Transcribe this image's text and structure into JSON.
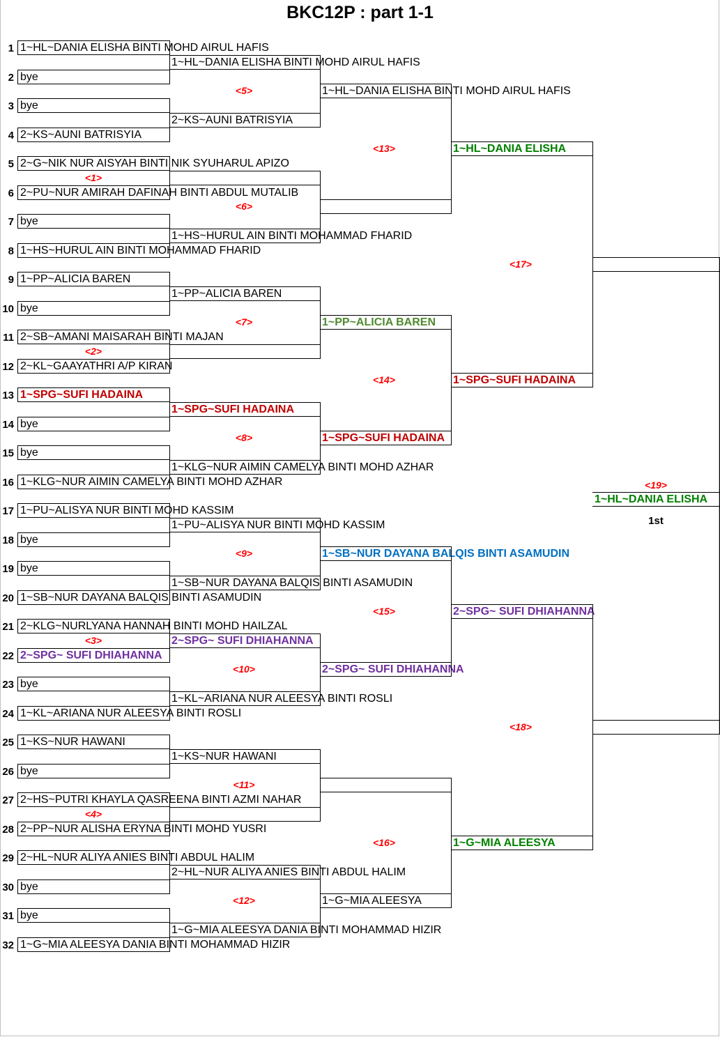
{
  "title": "BKC12P : part 1-1",
  "colors": {
    "green": "#008000",
    "olive": "#4f8a2e",
    "red": "#c00000",
    "blue": "#0070c0",
    "purple": "#7030a0",
    "black": "#000000",
    "label": "#ff0000"
  },
  "round1": [
    {
      "seed": "1",
      "name": "1~HL~DANIA ELISHA BINTI MOHD AIRUL HAFIS"
    },
    {
      "seed": "2",
      "name": "bye"
    },
    {
      "seed": "3",
      "name": "bye"
    },
    {
      "seed": "4",
      "name": "2~KS~AUNI BATRISYIA"
    },
    {
      "seed": "5",
      "name": "2~G~NIK NUR AISYAH BINTI NIK SYUHARUL APIZO"
    },
    {
      "seed": "6",
      "name": "2~PU~NUR AMIRAH DAFINAH BINTI ABDUL MUTALIB"
    },
    {
      "seed": "7",
      "name": "bye"
    },
    {
      "seed": "8",
      "name": "1~HS~HURUL AIN BINTI MOHAMMAD FHARID"
    },
    {
      "seed": "9",
      "name": "1~PP~ALICIA BAREN"
    },
    {
      "seed": "10",
      "name": "bye"
    },
    {
      "seed": "11",
      "name": "2~SB~AMANI MAISARAH BINTI MAJAN"
    },
    {
      "seed": "12",
      "name": "2~KL~GAAYATHRI A/P KIRAN"
    },
    {
      "seed": "13",
      "name": "1~SPG~SUFI HADAINA",
      "color": "red",
      "bold": true
    },
    {
      "seed": "14",
      "name": "bye"
    },
    {
      "seed": "15",
      "name": "bye"
    },
    {
      "seed": "16",
      "name": "1~KLG~NUR AIMIN CAMELYA BINTI MOHD AZHAR"
    },
    {
      "seed": "17",
      "name": "1~PU~ALISYA NUR BINTI MOHD KASSIM"
    },
    {
      "seed": "18",
      "name": "bye"
    },
    {
      "seed": "19",
      "name": "bye"
    },
    {
      "seed": "20",
      "name": "1~SB~NUR DAYANA BALQIS BINTI ASAMUDIN"
    },
    {
      "seed": "21",
      "name": "2~KLG~NURLYANA HANNAH BINTI MOHD HAILZAL"
    },
    {
      "seed": "22",
      "name": "2~SPG~ SUFI DHIAHANNA",
      "color": "purple",
      "bold": true
    },
    {
      "seed": "23",
      "name": "bye"
    },
    {
      "seed": "24",
      "name": "1~KL~ARIANA NUR ALEESYA BINTI ROSLI"
    },
    {
      "seed": "25",
      "name": "1~KS~NUR HAWANI"
    },
    {
      "seed": "26",
      "name": "bye"
    },
    {
      "seed": "27",
      "name": "2~HS~PUTRI KHAYLA QASREENA BINTI AZMI NAHAR"
    },
    {
      "seed": "28",
      "name": "2~PP~NUR ALISHA ERYNA BINTI MOHD YUSRI"
    },
    {
      "seed": "29",
      "name": "2~HL~NUR ALIYA ANIES BINTI ABDUL HALIM"
    },
    {
      "seed": "30",
      "name": "bye"
    },
    {
      "seed": "31",
      "name": "bye"
    },
    {
      "seed": "32",
      "name": "1~G~MIA ALEESYA DANIA BINTI MOHAMMAD HIZIR"
    }
  ],
  "round2": [
    {
      "name": "1~HL~DANIA ELISHA BINTI MOHD AIRUL HAFIS"
    },
    {
      "name": "2~KS~AUNI BATRISYIA"
    },
    {
      "name": ""
    },
    {
      "name": "1~HS~HURUL AIN BINTI MOHAMMAD FHARID"
    },
    {
      "name": "1~PP~ALICIA BAREN"
    },
    {
      "name": ""
    },
    {
      "name": "1~SPG~SUFI HADAINA",
      "color": "red",
      "bold": true
    },
    {
      "name": "1~KLG~NUR AIMIN CAMELYA BINTI MOHD AZHAR"
    },
    {
      "name": "1~PU~ALISYA NUR BINTI MOHD KASSIM"
    },
    {
      "name": "1~SB~NUR DAYANA BALQIS BINTI ASAMUDIN"
    },
    {
      "name": "2~SPG~ SUFI DHIAHANNA",
      "color": "purple",
      "bold": true
    },
    {
      "name": "1~KL~ARIANA NUR ALEESYA BINTI ROSLI"
    },
    {
      "name": "1~KS~NUR HAWANI"
    },
    {
      "name": ""
    },
    {
      "name": "2~HL~NUR ALIYA ANIES BINTI ABDUL HALIM"
    },
    {
      "name": "1~G~MIA ALEESYA DANIA BINTI MOHAMMAD HIZIR"
    }
  ],
  "round3": [
    {
      "name": "1~HL~DANIA ELISHA BINTI MOHD AIRUL HAFIS"
    },
    {
      "name": ""
    },
    {
      "name": "1~PP~ALICIA BAREN",
      "color": "olive",
      "bold": true
    },
    {
      "name": "1~SPG~SUFI HADAINA",
      "color": "red",
      "bold": true
    },
    {
      "name": "1~SB~NUR DAYANA BALQIS BINTI ASAMUDIN",
      "color": "blue",
      "bold": true
    },
    {
      "name": "2~SPG~ SUFI DHIAHANNA",
      "color": "purple",
      "bold": true
    },
    {
      "name": ""
    },
    {
      "name": "1~G~MIA ALEESYA"
    }
  ],
  "round4": [
    {
      "name": "1~HL~DANIA ELISHA",
      "color": "green",
      "bold": true
    },
    {
      "name": "1~SPG~SUFI HADAINA",
      "color": "red",
      "bold": true
    },
    {
      "name": "2~SPG~ SUFI DHIAHANNA",
      "color": "purple",
      "bold": true
    },
    {
      "name": "1~G~MIA ALEESYA",
      "color": "green",
      "bold": true
    }
  ],
  "round5": [
    {
      "name": ""
    },
    {
      "name": ""
    }
  ],
  "final": {
    "name": "1~HL~DANIA ELISHA",
    "color": "green",
    "bold": true,
    "place": "1st"
  },
  "match_labels": {
    "prelim": [
      "<1>",
      "<2>",
      "<3>",
      "<4>"
    ],
    "round2": [
      "<5>",
      "<6>",
      "<7>",
      "<8>",
      "<9>",
      "<10>",
      "<11>",
      "<12>"
    ],
    "round3": [
      "<13>",
      "<14>",
      "<15>",
      "<16>"
    ],
    "round4": [
      "<17>",
      "<18>"
    ],
    "final": "<19>"
  }
}
